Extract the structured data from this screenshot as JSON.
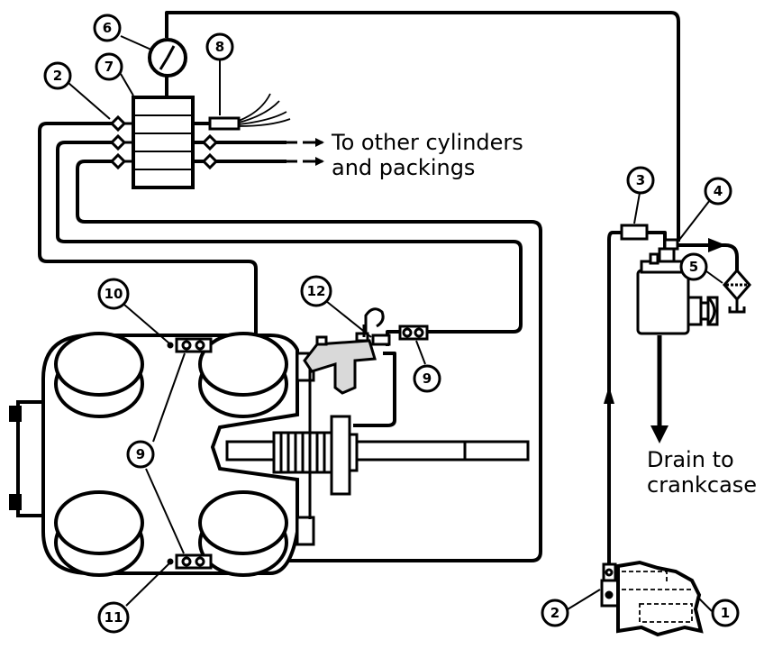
{
  "labels": {
    "other_cylinders_line1": "To other cylinders",
    "other_cylinders_line2": "and packings",
    "drain_line1": "Drain to",
    "drain_line2": "crankcase"
  },
  "callouts": {
    "c1": "1",
    "c2a": "2",
    "c2b": "2",
    "c3": "3",
    "c4": "4",
    "c5": "5",
    "c6": "6",
    "c7": "7",
    "c8": "8",
    "c9a": "9",
    "c9b": "9",
    "c10": "10",
    "c11": "11",
    "c12": "12"
  }
}
